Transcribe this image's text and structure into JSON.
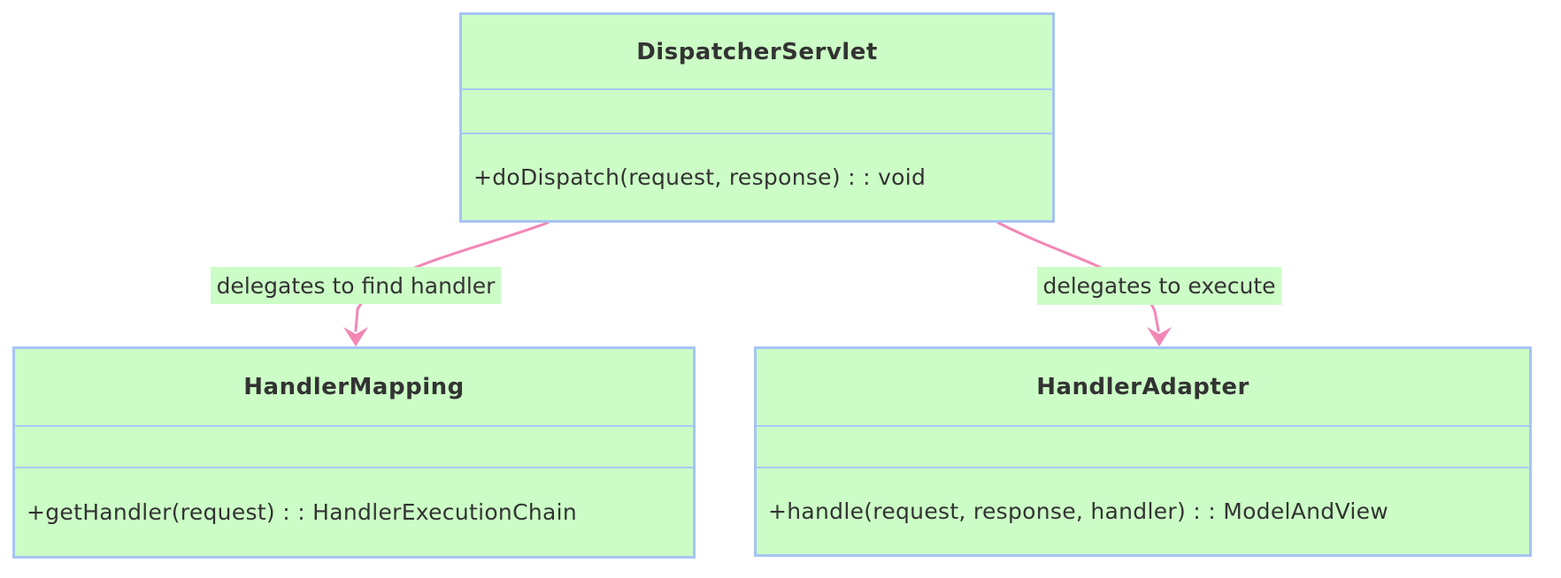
{
  "diagram": {
    "type": "uml-class-diagram",
    "background": "#ffffff",
    "colors": {
      "class_fill": "#ccfdc6",
      "class_border": "#a6c4f4",
      "compartment_divider": "#aac9f5",
      "edge": "#f287b5",
      "edge_label_bg": "#ccfdc6",
      "text": "#333333"
    },
    "classes": [
      {
        "name": "DispatcherServlet",
        "attributes": "",
        "method": "+doDispatch(request, response) : : void"
      },
      {
        "name": "HandlerMapping",
        "attributes": "",
        "method": "+getHandler(request) : : HandlerExecutionChain"
      },
      {
        "name": "HandlerAdapter",
        "attributes": "",
        "method": "+handle(request, response, handler) : : ModelAndView"
      }
    ],
    "edges": [
      {
        "from": "DispatcherServlet",
        "to": "HandlerMapping",
        "label": "delegates to find handler"
      },
      {
        "from": "DispatcherServlet",
        "to": "HandlerAdapter",
        "label": "delegates to execute"
      }
    ]
  }
}
